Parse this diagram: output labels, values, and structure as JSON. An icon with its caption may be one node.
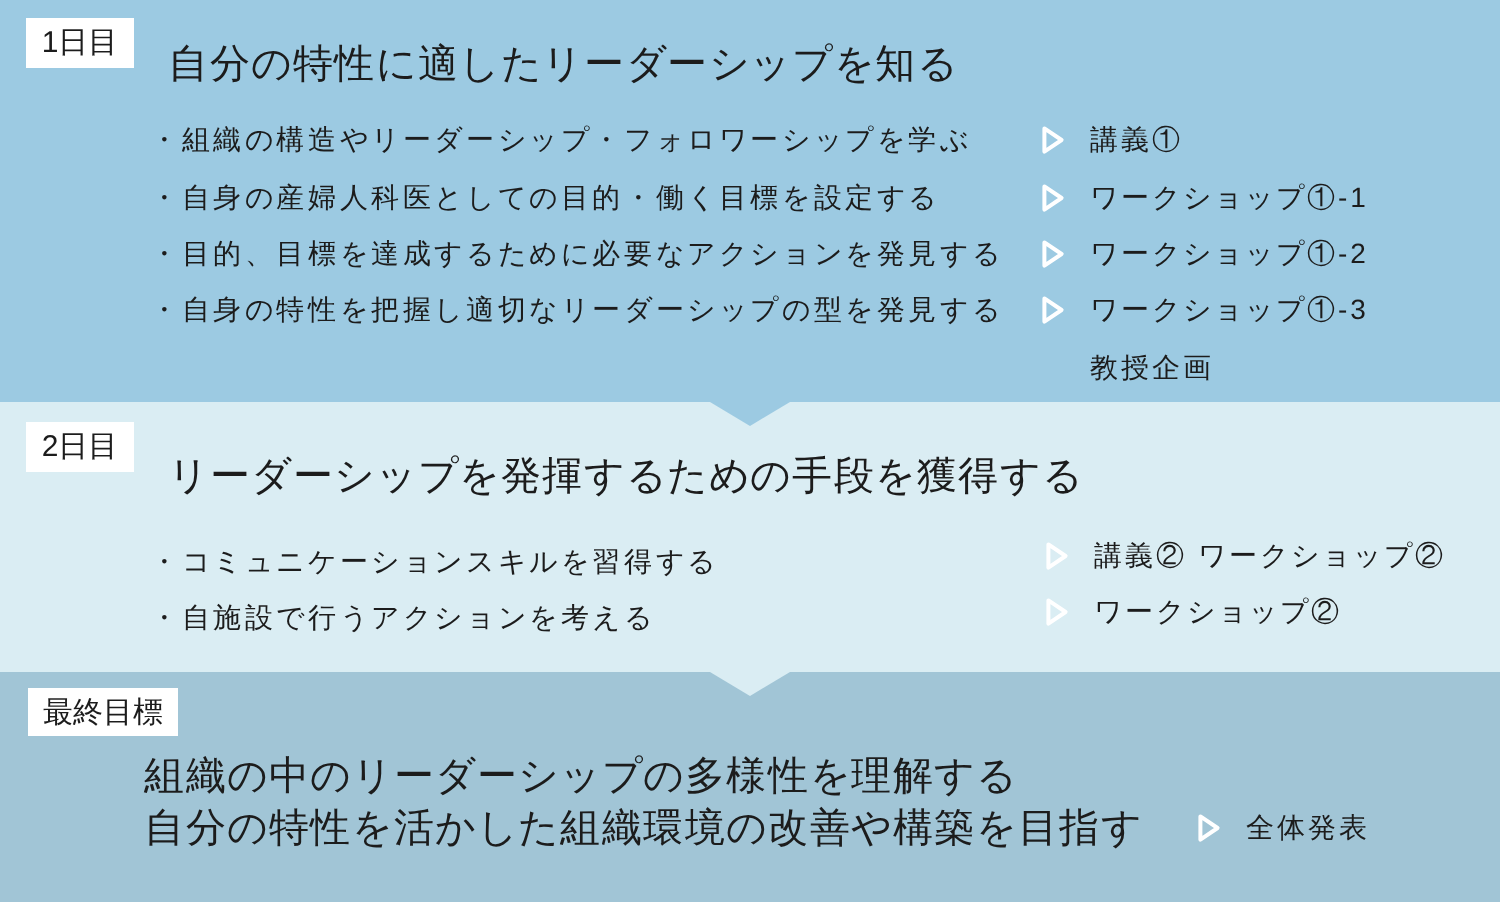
{
  "diagram": {
    "nodes": [
      {
        "text": [
          "自分の特性に適したリーダーシップを知る",
          "・組織の構造やリーダーシップ・フォロワーシップを学ぶ",
          "講義①",
          "・自身の産婦人科医としての目的・働く目標を設定する",
          "ワークショップ①-1",
          "・目的、目標を達成するために必要なアクションを発見する",
          "ワークショップ①-2",
          "・自身の特性を把握し適切なリーダーシップの型を発見する",
          "ワークショップ①-3",
          "教授企画"
        ]
      },
      {
        "text": [
          "1日目"
        ],
        "in": 0
      },
      {
        "text": [
          "リーダーシップを発揮するための手段を獲得する",
          "・コミュニケーションスキルを習得する",
          "講義② ワークショップ②",
          "・自施設で行うアクションを考える",
          "ワークショップ②"
        ]
      },
      {
        "text": [
          "2日目"
        ],
        "in": 2
      },
      {
        "text": [
          "組織の中のリーダーシップの多様性を理解する",
          "自分の特性を活かした組織環境の改善や構築を目指す",
          "全体発表"
        ]
      },
      {
        "text": [
          "最終目標"
        ],
        "in": 4
      }
    ],
    "edges": [
      {
        "from": 0,
        "to": 2,
        "arrow": "to"
      },
      {
        "from": 2,
        "to": 4,
        "arrow": "to"
      }
    ]
  }
}
